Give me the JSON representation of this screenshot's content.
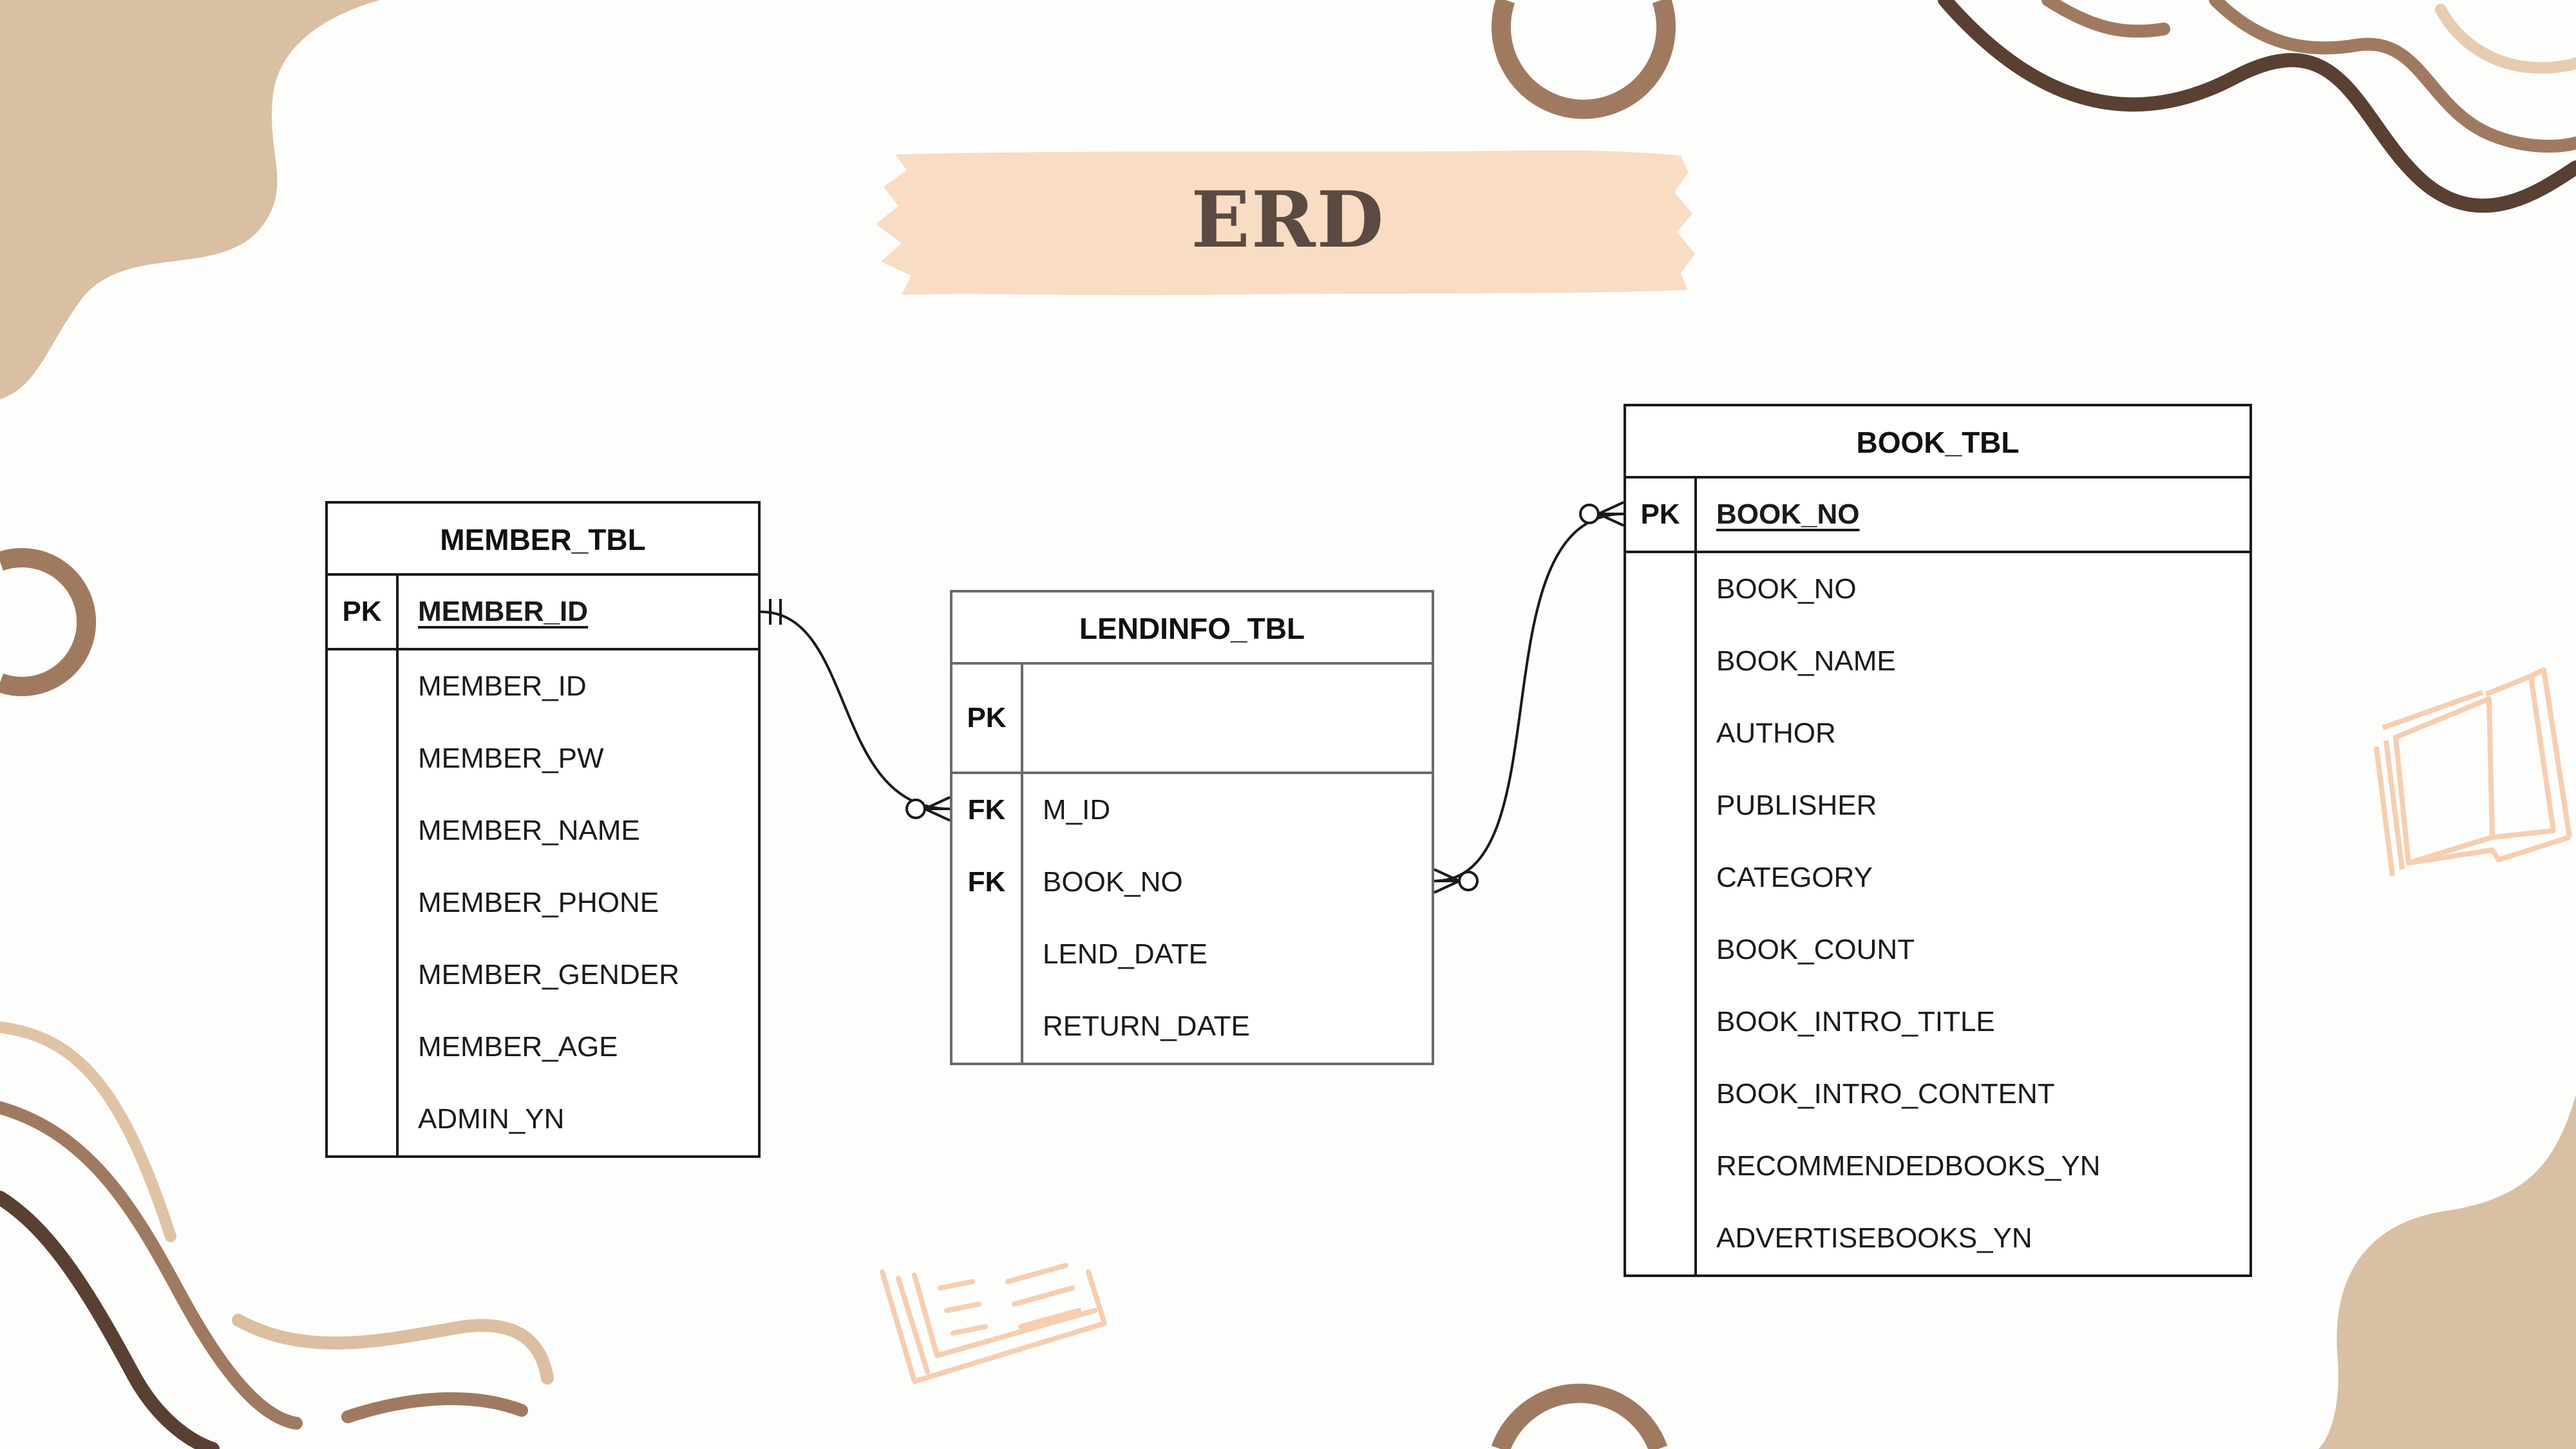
{
  "page": {
    "title": "ERD"
  },
  "colors": {
    "accent_light": "#d9bfa3",
    "accent_mid": "#a07a60",
    "accent_dark": "#5a4033",
    "title_band": "#f9dcc4",
    "outline_peach": "#f6ceb0",
    "line": "#1a1a1a"
  },
  "tables": {
    "member": {
      "name": "MEMBER_TBL",
      "pk_label": "PK",
      "pk_field": "MEMBER_ID",
      "fields": [
        "MEMBER_ID",
        "MEMBER_PW",
        "MEMBER_NAME",
        "MEMBER_PHONE",
        "MEMBER_GENDER",
        "MEMBER_AGE",
        "ADMIN_YN"
      ]
    },
    "lendinfo": {
      "name": "LENDINFO_TBL",
      "pk_label": "PK",
      "pk_field": "",
      "fk_label": "FK",
      "fields": [
        "M_ID",
        "BOOK_NO",
        "LEND_DATE",
        "RETURN_DATE"
      ],
      "fk_flags": [
        true,
        true,
        false,
        false
      ]
    },
    "book": {
      "name": "BOOK_TBL",
      "pk_label": "PK",
      "pk_field": "BOOK_NO",
      "fields": [
        "BOOK_NO",
        "BOOK_NAME",
        "AUTHOR",
        "PUBLISHER",
        "CATEGORY",
        "BOOK_COUNT",
        "BOOK_INTRO_TITLE",
        "BOOK_INTRO_CONTENT",
        "RECOMMENDEDBOOKS_YN",
        "ADVERTISEBOOKS_YN"
      ]
    }
  },
  "relationships": [
    {
      "from": "MEMBER_TBL.MEMBER_ID",
      "to": "LENDINFO_TBL.M_ID",
      "from_cardinality": "one-and-only-one",
      "to_cardinality": "zero-or-many"
    },
    {
      "from": "BOOK_TBL.BOOK_NO",
      "to": "LENDINFO_TBL.BOOK_NO",
      "from_cardinality": "zero-or-many",
      "to_cardinality": "zero-or-many"
    }
  ]
}
